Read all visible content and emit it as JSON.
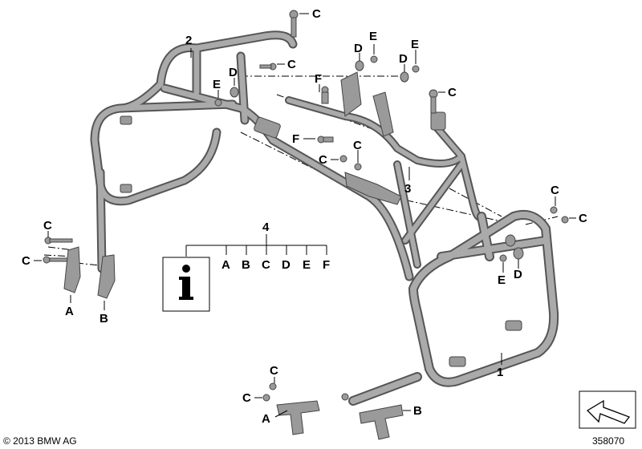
{
  "labels": {
    "part_1": "1",
    "part_2": "2",
    "part_3": "3",
    "part_4": "4",
    "a": "A",
    "b": "B",
    "c": "C",
    "d": "D",
    "e": "E",
    "f": "F"
  },
  "info_box": {
    "icon": "info-icon",
    "glyph": "i",
    "items": [
      "A",
      "B",
      "C",
      "D",
      "E",
      "F"
    ]
  },
  "footer": {
    "copyright": "© 2013 BMW AG",
    "diagram_number": "358070",
    "nav_icon": "arrow-icon"
  },
  "colors": {
    "tube_outline": "#555555",
    "tube_fill": "#aaaaaa",
    "ink": "#000000"
  }
}
